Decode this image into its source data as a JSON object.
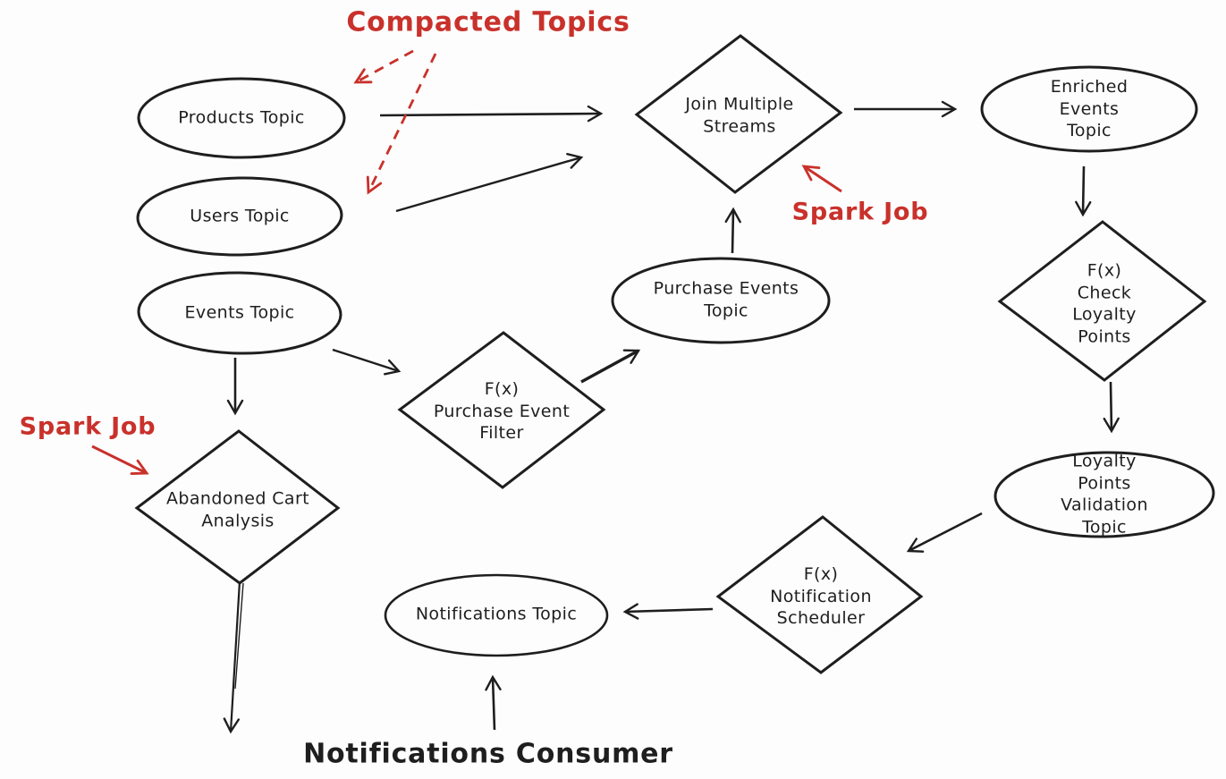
{
  "colors": {
    "ink": "#1e1e1e",
    "red": "#c9312b",
    "background": "#fdfdfd"
  },
  "nodes": {
    "products_topic": {
      "shape": "ellipse",
      "label": "Products Topic"
    },
    "users_topic": {
      "shape": "ellipse",
      "label": "Users Topic"
    },
    "events_topic": {
      "shape": "ellipse",
      "label": "Events Topic"
    },
    "purchase_events_topic": {
      "shape": "ellipse",
      "label": "Purchase Events\nTopic"
    },
    "enriched_events_topic": {
      "shape": "ellipse",
      "label": "Enriched Events\nTopic"
    },
    "loyalty_points_validation_topic": {
      "shape": "ellipse",
      "label": "Loyalty Points\nValidation Topic"
    },
    "notifications_topic": {
      "shape": "ellipse",
      "label": "Notifications Topic"
    },
    "join_multiple_streams": {
      "shape": "diamond",
      "label": "Join Multiple\nStreams"
    },
    "purchase_event_filter": {
      "shape": "diamond",
      "label": "F(x)\nPurchase Event\nFilter"
    },
    "check_loyalty_points": {
      "shape": "diamond",
      "label": "F(x)\nCheck Loyalty\nPoints"
    },
    "abandoned_cart_analysis": {
      "shape": "diamond",
      "label": "Abandoned Cart\nAnalysis"
    },
    "notification_scheduler": {
      "shape": "diamond",
      "label": "F(x)\nNotification\nScheduler"
    }
  },
  "annotations": {
    "compacted_topics": {
      "label": "Compacted Topics",
      "color": "#c9312b"
    },
    "spark_job_join": {
      "label": "Spark Job",
      "color": "#c9312b"
    },
    "spark_job_cart": {
      "label": "Spark Job",
      "color": "#c9312b"
    },
    "notifications_consumer": {
      "label": "Notifications Consumer",
      "color": "#1e1e1e"
    }
  },
  "edges": [
    {
      "from": "Products Topic",
      "to": "Join Multiple Streams",
      "style": "solid-black"
    },
    {
      "from": "Users Topic",
      "to": "Join Multiple Streams",
      "style": "solid-black"
    },
    {
      "from": "Purchase Events Topic",
      "to": "Join Multiple Streams",
      "style": "solid-black"
    },
    {
      "from": "Join Multiple Streams",
      "to": "Enriched Events Topic",
      "style": "solid-black"
    },
    {
      "from": "Enriched Events Topic",
      "to": "F(x) Check Loyalty Points",
      "style": "solid-black"
    },
    {
      "from": "F(x) Check Loyalty Points",
      "to": "Loyalty Points Validation Topic",
      "style": "solid-black"
    },
    {
      "from": "Loyalty Points Validation Topic",
      "to": "F(x) Notification Scheduler",
      "style": "solid-black"
    },
    {
      "from": "F(x) Notification Scheduler",
      "to": "Notifications Topic",
      "style": "solid-black"
    },
    {
      "from": "Notifications Consumer",
      "to": "Notifications Topic",
      "style": "solid-black"
    },
    {
      "from": "Events Topic",
      "to": "F(x) Purchase Event Filter",
      "style": "solid-black"
    },
    {
      "from": "F(x) Purchase Event Filter",
      "to": "Purchase Events Topic",
      "style": "solid-black"
    },
    {
      "from": "Events Topic",
      "to": "Abandoned Cart Analysis",
      "style": "solid-black"
    },
    {
      "from": "Abandoned Cart Analysis",
      "to": "offscreen-bottom",
      "style": "solid-black"
    },
    {
      "from": "Compacted Topics",
      "to": "Products Topic",
      "style": "dashed-red"
    },
    {
      "from": "Compacted Topics",
      "to": "Users Topic",
      "style": "dashed-red"
    },
    {
      "from": "Spark Job",
      "to": "Join Multiple Streams",
      "style": "solid-red"
    },
    {
      "from": "Spark Job",
      "to": "Abandoned Cart Analysis",
      "style": "solid-red"
    }
  ]
}
